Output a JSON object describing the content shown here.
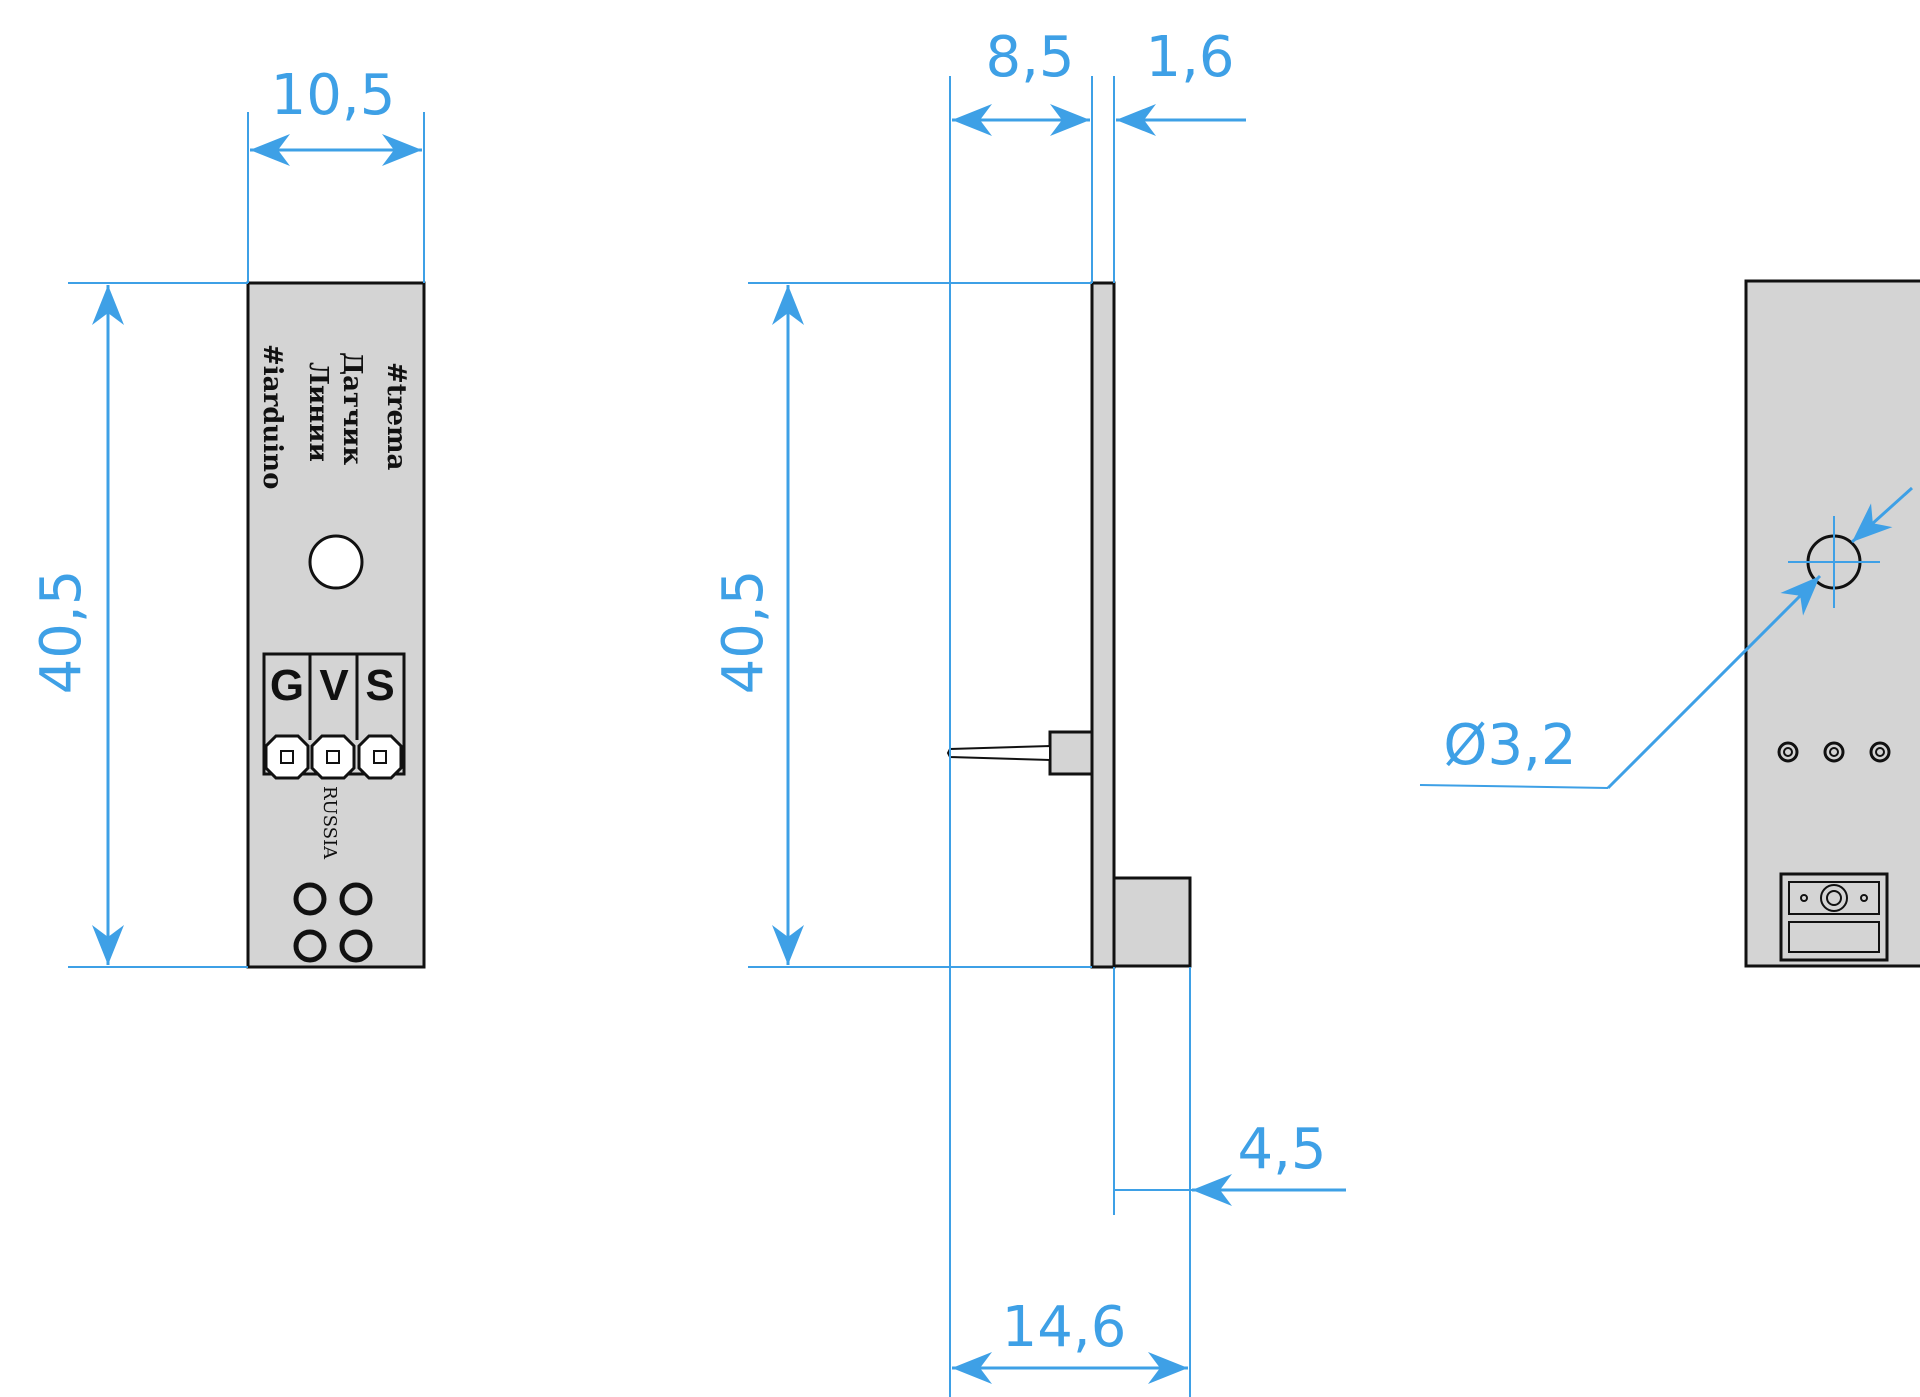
{
  "colors": {
    "dimension": "#3ea0e6",
    "board": "#d4d4d4",
    "outline": "#111111"
  },
  "dimensions": {
    "front_width": "10,5",
    "front_height": "40,5",
    "side_height": "40,5",
    "side_standoff": "8,5",
    "side_pcb_thickness": "1,6",
    "side_component_height": "4,5",
    "side_total_depth": "14,6",
    "back_hole_diameter": "Ø3,2"
  },
  "silkscreen": {
    "line1": "#trema",
    "line2": "Датчик",
    "line3": "Линии",
    "line4": "#iarduino",
    "country": "RUSSIA"
  },
  "pins": {
    "g": "G",
    "v": "V",
    "s": "S"
  }
}
